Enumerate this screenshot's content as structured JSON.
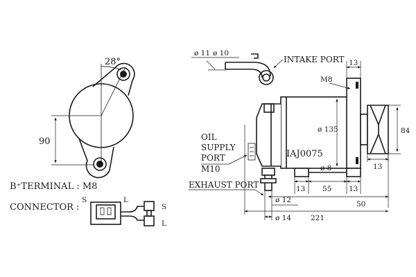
{
  "diagram": {
    "angle_label": "28°",
    "height_label": "90",
    "b_terminal_label": "B⁺TERMINAL : M8",
    "connector_label": "CONNECTOR :",
    "pin_s": "S",
    "pin_l": "L",
    "intake_port_label": "INTAKE PORT",
    "dia11": "ø 11",
    "dia10": "ø 10",
    "m8_label": "M8",
    "top13": "13",
    "oil_line1": "OIL",
    "oil_line2": "SUPPLY",
    "oil_line3": "PORT",
    "oil_line4": "M10",
    "dia135": "ø 135",
    "model_code": "IAJ0075",
    "dia8": "ø 8",
    "right84": "84",
    "right13": "13",
    "exhaust_label": "EXHAUST PORT",
    "bot13a": "13",
    "bot55": "55",
    "bot13b": "13",
    "dim50": "50",
    "dia12": "ø 12",
    "dia14": "ø 14",
    "dim221": "221"
  }
}
